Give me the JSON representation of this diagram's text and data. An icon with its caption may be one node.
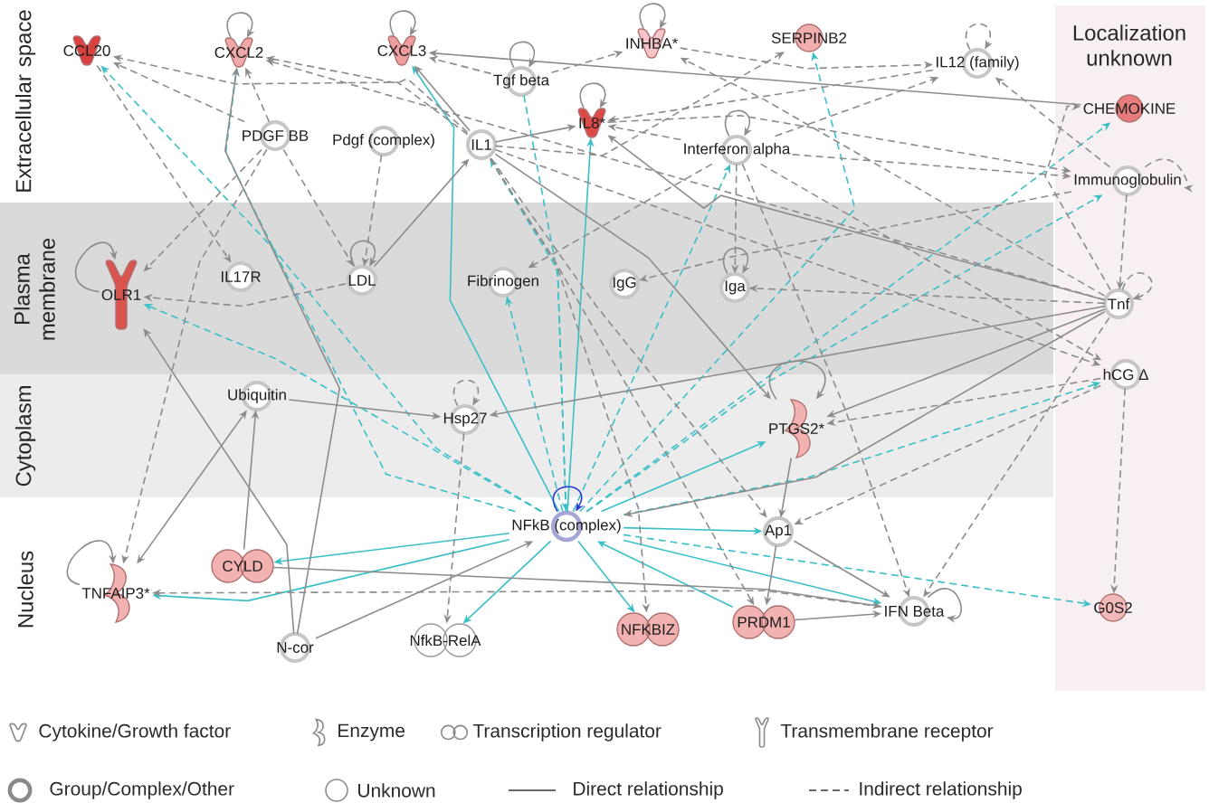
{
  "diagram": {
    "nodes": [
      {
        "text": [
          "Plasma membrane"
        ]
      },
      {
        "text": [
          "Cytoplasm"
        ]
      },
      {
        "text": [
          "Localization unknown"
        ]
      },
      {
        "text": [
          "CCL20"
        ]
      },
      {
        "text": [
          "CXCL2"
        ]
      },
      {
        "text": [
          "CXCL3"
        ]
      },
      {
        "text": [
          "INHBA*"
        ]
      },
      {
        "text": [
          "SERPINB2"
        ]
      },
      {
        "text": [
          "IL12 (family)"
        ]
      },
      {
        "text": [
          "CHEMOKINE"
        ],
        "in": 2
      },
      {
        "text": [
          "Tgf beta"
        ]
      },
      {
        "text": [
          "IL8*"
        ]
      },
      {
        "text": [
          "PDGF BB"
        ]
      },
      {
        "text": [
          "Pdgf (complex)"
        ]
      },
      {
        "text": [
          "IL1"
        ]
      },
      {
        "text": [
          "Interferon alpha"
        ]
      },
      {
        "text": [
          "Immunoglobulin"
        ],
        "in": 2
      },
      {
        "text": [
          "OLR1"
        ],
        "in": 0
      },
      {
        "text": [
          "IL17R"
        ],
        "in": 0
      },
      {
        "text": [
          "LDL"
        ],
        "in": 0
      },
      {
        "text": [
          "Fibrinogen"
        ],
        "in": 0
      },
      {
        "text": [
          "IgG"
        ],
        "in": 0
      },
      {
        "text": [
          "Iga"
        ],
        "in": 0
      },
      {
        "text": [
          "Tnf"
        ],
        "in": 2
      },
      {
        "text": [
          "hCG Δ"
        ],
        "in": 2
      },
      {
        "text": [
          "Ubiquitin"
        ],
        "in": 1
      },
      {
        "text": [
          "Hsp27"
        ],
        "in": 1
      },
      {
        "text": [
          "PTGS2*"
        ],
        "in": 1
      },
      {
        "text": [
          "NFkB (complex)"
        ]
      },
      {
        "text": [
          "TNFAIP3*"
        ]
      },
      {
        "text": [
          "CYLD"
        ]
      },
      {
        "text": [
          "Ap1"
        ]
      },
      {
        "text": [
          "N-cor"
        ]
      },
      {
        "text": [
          "NfkB-RelA"
        ]
      },
      {
        "text": [
          "NFKBIZ"
        ]
      },
      {
        "text": [
          "PRDM1"
        ]
      },
      {
        "text": [
          "IFN Beta"
        ]
      },
      {
        "text": [
          "G0S2"
        ],
        "in": 2
      }
    ],
    "edges": [
      {
        "from": 28,
        "to": 3,
        "arrow": "to",
        "style": "dashed",
        "color": "#3bbfc6"
      },
      {
        "from": 28,
        "to": 4,
        "arrow": "to",
        "style": "dashed",
        "color": "#3bbfc6"
      },
      {
        "from": 28,
        "to": 5,
        "arrow": "to",
        "color": "#3bbfc6"
      },
      {
        "from": 28,
        "to": 14,
        "arrow": "to",
        "style": "dashed",
        "color": "#3bbfc6"
      },
      {
        "from": 28,
        "to": 11,
        "arrow": "to",
        "color": "#3bbfc6"
      },
      {
        "from": 28,
        "to": 7,
        "arrow": "to",
        "style": "dashed",
        "color": "#3bbfc6"
      },
      {
        "from": 28,
        "to": 15,
        "arrow": "to",
        "style": "dashed",
        "color": "#3bbfc6"
      },
      {
        "from": 28,
        "to": 9,
        "arrow": "to",
        "style": "dashed",
        "color": "#3bbfc6"
      },
      {
        "from": 28,
        "to": 16,
        "arrow": "to",
        "style": "dashed",
        "color": "#3bbfc6"
      },
      {
        "from": 28,
        "to": 17,
        "arrow": "to",
        "style": "dashed",
        "color": "#3bbfc6"
      },
      {
        "from": 28,
        "to": 20,
        "arrow": "to",
        "style": "dashed",
        "color": "#3bbfc6"
      },
      {
        "from": 28,
        "to": 24,
        "arrow": "to",
        "style": "dashed",
        "color": "#3bbfc6"
      },
      {
        "from": 28,
        "to": 27,
        "arrow": "to",
        "color": "#3bbfc6"
      },
      {
        "from": 28,
        "to": 31,
        "arrow": "to",
        "color": "#3bbfc6"
      },
      {
        "from": 28,
        "to": 36,
        "arrow": "to",
        "color": "#3bbfc6"
      },
      {
        "from": 28,
        "to": 37,
        "arrow": "to",
        "style": "dashed",
        "color": "#3bbfc6"
      },
      {
        "from": 28,
        "to": 34,
        "arrow": "to",
        "color": "#3bbfc6"
      },
      {
        "from": 28,
        "to": 33,
        "arrow": "to",
        "color": "#3bbfc6"
      },
      {
        "from": 28,
        "to": 30,
        "arrow": "to",
        "color": "#3bbfc6"
      },
      {
        "from": 28,
        "to": 29,
        "arrow": "to",
        "color": "#3bbfc6"
      },
      {
        "from": 35,
        "to": 28,
        "arrow": "to",
        "color": "#3bbfc6"
      },
      {
        "from": 10,
        "to": 28,
        "arrow": "to",
        "style": "dashed",
        "color": "#3bbfc6"
      },
      {
        "from": 28,
        "to": 28,
        "arrow": "to",
        "color": "#2a3ccf"
      },
      {
        "from": 9,
        "to": 5,
        "arrow": "to"
      },
      {
        "from": 14,
        "to": 3,
        "arrow": "to",
        "style": "dashed"
      },
      {
        "from": 12,
        "to": 3,
        "arrow": "to",
        "style": "dashed"
      },
      {
        "from": 4,
        "to": 4,
        "arrow": "to"
      },
      {
        "from": 5,
        "to": 5,
        "arrow": "to"
      },
      {
        "from": 10,
        "to": 10,
        "arrow": "to"
      },
      {
        "from": 11,
        "to": 11,
        "arrow": "to"
      },
      {
        "from": 6,
        "to": 6,
        "arrow": "to"
      },
      {
        "from": 8,
        "to": 8,
        "arrow": "to",
        "style": "dashed"
      },
      {
        "from": 15,
        "to": 15,
        "arrow": "to"
      },
      {
        "from": 16,
        "to": 16,
        "arrow": "to",
        "style": "dashed"
      },
      {
        "from": 23,
        "to": 23,
        "arrow": "to",
        "style": "dashed"
      },
      {
        "from": 17,
        "to": 17,
        "arrow": "to"
      },
      {
        "from": 19,
        "to": 19,
        "arrow": "to"
      },
      {
        "from": 26,
        "to": 26,
        "arrow": "to",
        "style": "dashed"
      },
      {
        "from": 27,
        "to": 27,
        "arrow": "to"
      },
      {
        "from": 29,
        "to": 29,
        "arrow": "to"
      },
      {
        "from": 36,
        "to": 36,
        "arrow": "to"
      },
      {
        "from": 22,
        "to": 22,
        "arrow": "to"
      },
      {
        "from": 14,
        "to": 4,
        "arrow": "to",
        "style": "dashed"
      },
      {
        "from": 23,
        "to": 4,
        "arrow": "to",
        "style": "dashed"
      },
      {
        "from": 10,
        "to": 5,
        "arrow": "to",
        "style": "dashed"
      },
      {
        "from": 14,
        "to": 5,
        "arrow": "to"
      },
      {
        "from": 23,
        "to": 11,
        "arrow": "to"
      },
      {
        "from": 14,
        "to": 11,
        "arrow": "to"
      },
      {
        "from": 15,
        "to": 11,
        "arrow": "to",
        "style": "dashed"
      },
      {
        "from": 8,
        "to": 11,
        "arrow": "to",
        "style": "dashed"
      },
      {
        "from": 15,
        "to": 8,
        "arrow": "to",
        "style": "dashed"
      },
      {
        "from": 16,
        "to": 8,
        "arrow": "to",
        "style": "dashed"
      },
      {
        "from": 10,
        "to": 6,
        "arrow": "to",
        "style": "dashed"
      },
      {
        "from": 23,
        "to": 6,
        "arrow": "to",
        "style": "dashed"
      },
      {
        "from": 6,
        "to": 8,
        "arrow": "to",
        "style": "dashed"
      },
      {
        "from": 23,
        "to": 9,
        "arrow": "to",
        "style": "dashed"
      },
      {
        "from": 24,
        "to": 37,
        "arrow": "to",
        "style": "dashed"
      },
      {
        "from": 15,
        "to": 24,
        "arrow": "to",
        "style": "dashed"
      },
      {
        "from": 14,
        "to": 24,
        "arrow": "to",
        "style": "dashed"
      },
      {
        "from": 24,
        "to": 27,
        "arrow": "to",
        "style": "dashed"
      },
      {
        "from": 24,
        "to": 31,
        "arrow": "to",
        "style": "dashed"
      },
      {
        "from": 14,
        "to": 27,
        "arrow": "to"
      },
      {
        "from": 23,
        "to": 27,
        "arrow": "to"
      },
      {
        "from": 12,
        "to": 17,
        "arrow": "to",
        "style": "dashed"
      },
      {
        "from": 19,
        "to": 17,
        "arrow": "to",
        "style": "dashed"
      },
      {
        "from": 32,
        "to": 4,
        "arrow": "to"
      },
      {
        "from": 32,
        "to": 17,
        "arrow": "to"
      },
      {
        "from": 30,
        "to": 25,
        "arrow": "to"
      },
      {
        "from": 25,
        "to": 29,
        "arrow": "both"
      },
      {
        "from": 25,
        "to": 26,
        "arrow": "to"
      },
      {
        "from": 32,
        "to": 28,
        "arrow": "to"
      },
      {
        "from": 30,
        "to": 36,
        "arrow": "to"
      },
      {
        "from": 36,
        "to": 29,
        "arrow": "to",
        "style": "dashed"
      },
      {
        "from": 12,
        "to": 29,
        "arrow": "to",
        "style": "dashed"
      },
      {
        "from": 35,
        "to": 36,
        "arrow": "to"
      },
      {
        "from": 31,
        "to": 35,
        "arrow": "to"
      },
      {
        "from": 31,
        "to": 36,
        "arrow": "to"
      },
      {
        "from": 27,
        "to": 31,
        "arrow": "to"
      },
      {
        "from": 14,
        "to": 31,
        "arrow": "to",
        "style": "dashed"
      },
      {
        "from": 15,
        "to": 36,
        "arrow": "to",
        "style": "dashed"
      },
      {
        "from": 23,
        "to": 36,
        "arrow": "to",
        "style": "dashed"
      },
      {
        "from": 14,
        "to": 35,
        "arrow": "to",
        "style": "dashed"
      },
      {
        "from": 14,
        "to": 34,
        "arrow": "to",
        "style": "dashed"
      },
      {
        "from": 26,
        "to": 33,
        "arrow": "to",
        "style": "dashed"
      },
      {
        "from": 15,
        "to": 20,
        "arrow": "to",
        "style": "dashed"
      },
      {
        "from": 23,
        "to": 22,
        "arrow": "to",
        "style": "dashed"
      },
      {
        "from": 16,
        "to": 21,
        "arrow": "to",
        "style": "dashed"
      },
      {
        "from": 15,
        "to": 22,
        "arrow": "to",
        "style": "dashed"
      },
      {
        "from": 12,
        "to": 19,
        "arrow": "to",
        "style": "dashed"
      },
      {
        "from": 19,
        "to": 14,
        "arrow": "to"
      },
      {
        "from": 3,
        "to": 18,
        "arrow": "to",
        "style": "dashed"
      },
      {
        "from": 13,
        "to": 19,
        "arrow": "to",
        "style": "dashed"
      },
      {
        "from": 12,
        "to": 4,
        "arrow": "to",
        "style": "dashed"
      },
      {
        "from": 15,
        "to": 16,
        "arrow": "to",
        "style": "dashed"
      },
      {
        "from": 11,
        "to": 16,
        "arrow": "to",
        "style": "dashed"
      },
      {
        "from": 14,
        "to": 7,
        "arrow": "to",
        "style": "dashed"
      },
      {
        "from": 23,
        "to": 26,
        "arrow": "to"
      },
      {
        "from": 23,
        "to": 28,
        "arrow": "to"
      },
      {
        "from": 16,
        "to": 23,
        "arrow": "to",
        "style": "dashed"
      }
    ],
    "labels": [
      "Extracellular space",
      "Nucleus"
    ],
    "legend": [
      {
        "text": "Cytokine/Growth factor"
      },
      {
        "text": "Enzyme"
      },
      {
        "text": "Transcription regulator"
      },
      {
        "text": "Transmembrane receptor"
      },
      {
        "text": "Group/Complex/Other"
      },
      {
        "text": "Unknown"
      },
      {
        "text": "Direct relationship"
      },
      {
        "text": "Indirect relationship"
      }
    ]
  }
}
